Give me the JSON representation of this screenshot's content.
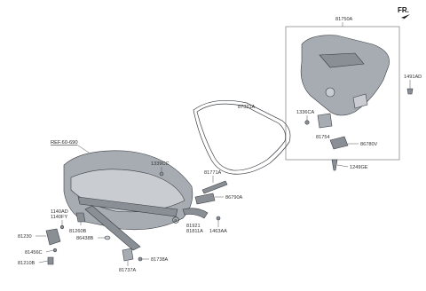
{
  "orientation": {
    "label": "FR."
  },
  "reference": {
    "label": "REF.60-690"
  },
  "part_numbers": {
    "p81750A": "81750A",
    "p1491AD": "1491AD",
    "p87321A": "87321A",
    "p1336CA": "1336CA",
    "p81754": "81754",
    "p86780V": "86780V",
    "p1249GE": "1249GE",
    "p1339CC": "1339CC",
    "p81771A": "81771A",
    "p86790A": "86790A",
    "p1140AD": "1140AD",
    "p1140FY": "1140FY",
    "p81260B": "81260B",
    "p81230": "81230",
    "p86438B": "86438B",
    "p81921": "81921",
    "p81811A": "81811A",
    "p1463AA": "1463AA",
    "p81456C": "81456C",
    "p81738A": "81738A",
    "p81210B": "81210B",
    "p81737A": "81737A"
  },
  "callout": {
    "symbol": "a"
  }
}
